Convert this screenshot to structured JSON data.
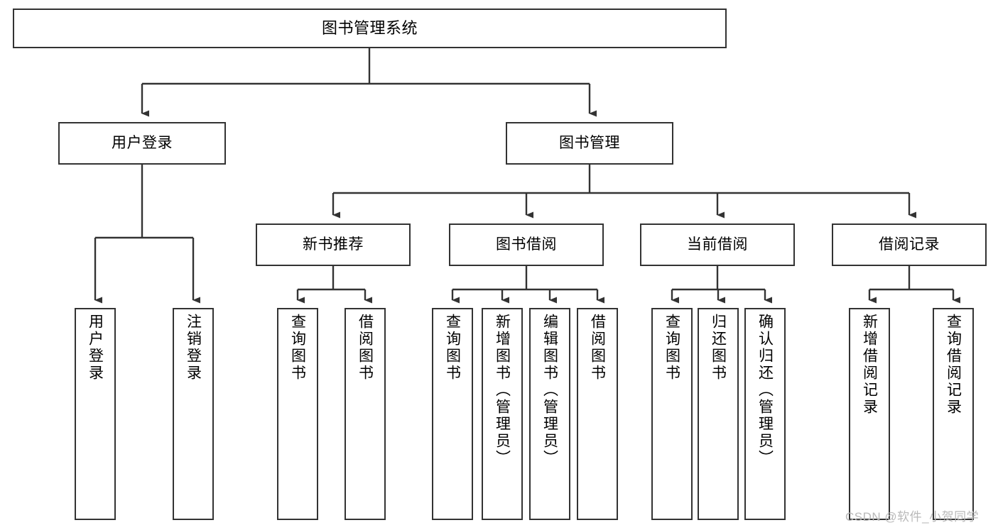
{
  "diagram": {
    "title": "图书管理系统",
    "type": "tree-hierarchy-chart",
    "root": {
      "label": "图书管理系统"
    },
    "level2": [
      {
        "label": "用户登录"
      },
      {
        "label": "图书管理"
      }
    ],
    "level3": [
      {
        "label": "新书推荐"
      },
      {
        "label": "图书借阅"
      },
      {
        "label": "当前借阅"
      },
      {
        "label": "借阅记录"
      }
    ],
    "leaves": {
      "user_login": [
        {
          "label": "用户登录"
        },
        {
          "label": "注销登录"
        }
      ],
      "new_book": [
        {
          "label": "查询图书"
        },
        {
          "label": "借阅图书"
        }
      ],
      "book_borrow": [
        {
          "label": "查询图书"
        },
        {
          "label": "新增图书（管理员）"
        },
        {
          "label": "编辑图书（管理员）"
        },
        {
          "label": "借阅图书"
        }
      ],
      "current_borrow": [
        {
          "label": "查询图书"
        },
        {
          "label": "归还图书"
        },
        {
          "label": "确认归还（管理员）"
        }
      ],
      "borrow_record": [
        {
          "label": "新增借阅记录"
        },
        {
          "label": "查询借阅记录"
        }
      ]
    }
  },
  "watermark": {
    "text": "CSDN @软件_小贺同学"
  },
  "colors": {
    "stroke": "#333333",
    "fill": "#ffffff",
    "text": "#000000",
    "watermark": "#b9b9b9"
  }
}
